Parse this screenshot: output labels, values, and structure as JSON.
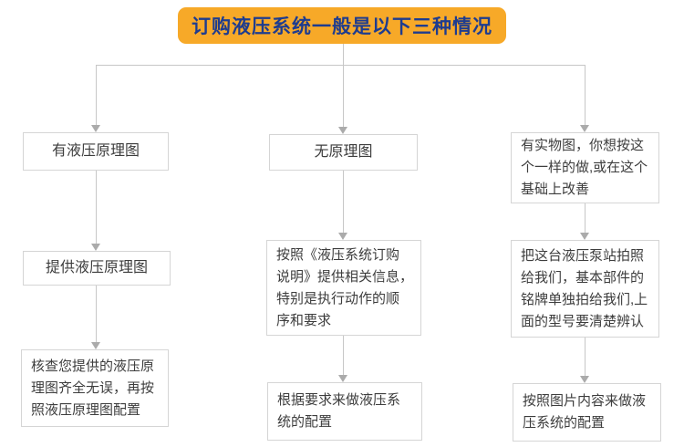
{
  "title": {
    "label": "订购液压系统一般是以下三种情况"
  },
  "flow": {
    "columns": [
      {
        "name": "has-schematic",
        "steps": [
          {
            "lines": [
              "有液压原理图"
            ]
          },
          {
            "lines": [
              "提供液压原理图"
            ]
          },
          {
            "lines": [
              "核查您提供的液压原",
              "理图齐全无误，再按",
              "照液压原理图配置"
            ]
          }
        ]
      },
      {
        "name": "no-schematic",
        "steps": [
          {
            "lines": [
              "无原理图"
            ]
          },
          {
            "lines": [
              "按照《液压系统订购",
              "说明》提供相关信息，",
              "特别是执行动作的顺",
              "序和要求"
            ]
          },
          {
            "lines": [
              "根据要求来做液压系",
              "统的配置"
            ]
          }
        ]
      },
      {
        "name": "has-photo",
        "steps": [
          {
            "lines": [
              "有实物图，你想按这",
              "个一样的做,或在这个",
              "基础上改善"
            ]
          },
          {
            "lines": [
              "把这台液压泵站拍照",
              "给我们，基本部件的",
              "铭牌单独拍给我们,上",
              "面的型号要清楚辨认"
            ]
          },
          {
            "lines": [
              "按照图片内容来做液",
              "压系统的配置"
            ]
          }
        ]
      }
    ]
  },
  "colors": {
    "title_bg": "#F7A928",
    "title_text": "#1E3C8F",
    "box_border": "#D5D5D5",
    "box_text": "#3D3D3D",
    "connector": "#C7C7C7",
    "arrowhead": "#ABABAB"
  }
}
